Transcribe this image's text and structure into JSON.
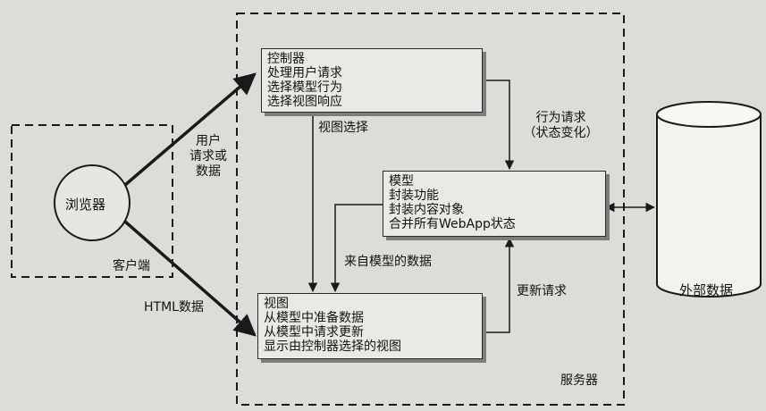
{
  "controller": {
    "title": "控制器",
    "lines": [
      "处理用户请求",
      "选择模型行为",
      "选择视图响应"
    ]
  },
  "model": {
    "title": "模型",
    "lines": [
      "封装功能",
      "封装内容对象",
      "合并所有WebApp状态"
    ]
  },
  "view": {
    "title": "视图",
    "lines": [
      "从模型中准备数据",
      "从模型中请求更新",
      "显示由控制器选择的视图"
    ]
  },
  "browser": "浏览器",
  "client_label": "客户端",
  "server_label": "服务器",
  "external_data": "外部数据",
  "edges": {
    "user_request": [
      "用户",
      "请求或",
      "数据"
    ],
    "html_data": "HTML数据",
    "view_selection": "视图选择",
    "behavior_request": [
      "行为请求",
      "（状态变化）"
    ],
    "data_from_model": "来自模型的数据",
    "update_request": "更新请求"
  }
}
